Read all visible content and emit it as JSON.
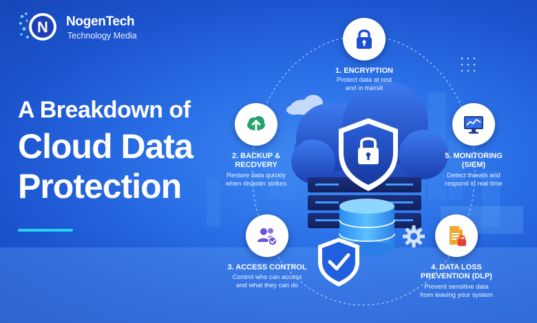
{
  "brand": {
    "name": "NogenTech",
    "tagline": "Technology Media"
  },
  "heading": {
    "line1": "A Breakdown of",
    "line2": "Cloud Data",
    "line3": "Protection"
  },
  "nodes": [
    {
      "title": "1. ENCRYPTION",
      "desc1": "Protect data at rest",
      "desc2": "and in transit",
      "icon": "lock-icon"
    },
    {
      "title1": "2. BACKUP &",
      "title2": "RECOVERY",
      "desc1": "Restore data quickly",
      "desc2": "when disaster strikes",
      "icon": "cloud-upload-icon"
    },
    {
      "title": "3. ACCESS CONTROL",
      "desc1": "Control who can access",
      "desc2": "and what they can do",
      "icon": "users-check-icon"
    },
    {
      "title1": "4. DATA LOSS",
      "title2": "PREVENTION (DLP)",
      "desc1": "Prevent sensitive data",
      "desc2": "from leaving your system",
      "icon": "document-lock-icon"
    },
    {
      "title1": "5. MONITORING",
      "title2": "(SIEM)",
      "desc1": "Detect threats and",
      "desc2": "respond in real time",
      "icon": "monitor-chart-icon"
    }
  ],
  "colors": {
    "background": "#2a6fe6",
    "accent": "#27d3f5",
    "icon_blue": "#1f4fd1",
    "icon_green": "#23a36a",
    "icon_purple": "#6a4fd8",
    "icon_orange": "#f2a531",
    "icon_red": "#e0443a"
  }
}
